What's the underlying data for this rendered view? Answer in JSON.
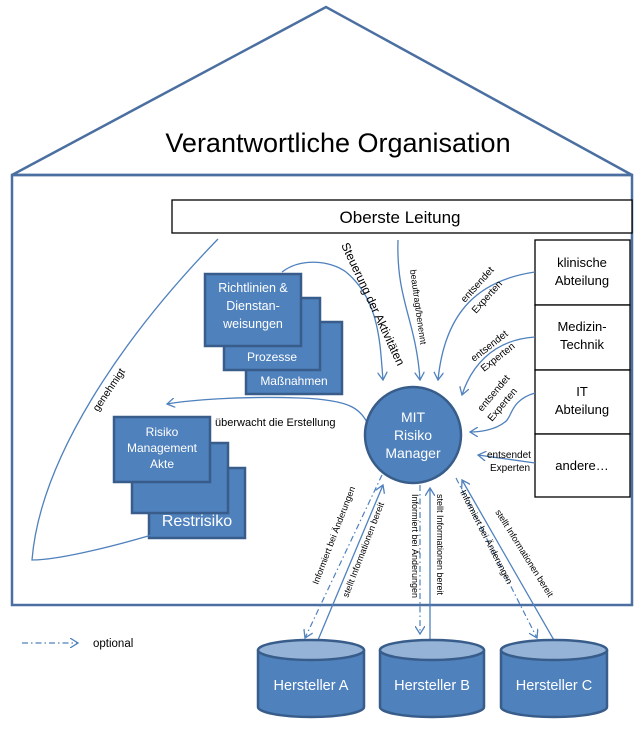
{
  "house": {
    "title": "Verantwortliche Organisation",
    "stroke_color": "#4a6fa0"
  },
  "top_management": {
    "label": "Oberste Leitung"
  },
  "departments": [
    {
      "lines": [
        "klinische",
        "Abteilung"
      ]
    },
    {
      "lines": [
        "Medizin-",
        "Technik"
      ]
    },
    {
      "lines": [
        "IT",
        "Abteilung"
      ]
    },
    {
      "lines": [
        "andere…"
      ]
    }
  ],
  "documents_stack": {
    "front": [
      "Richtlinien &",
      "Dienstan-",
      "weisungen"
    ],
    "middle": "Prozesse",
    "back": "Maßnahmen"
  },
  "risk_file_stack": {
    "front": [
      "Risiko",
      "Management",
      "Akte"
    ],
    "back": "Restrisiko"
  },
  "risk_manager": {
    "lines": [
      "MIT",
      "Risiko",
      "Manager"
    ]
  },
  "edge_labels": {
    "approved": "genehmigt",
    "control": "Steuerung der Aktivitäten",
    "appoints": "beauftragt/benennt",
    "sends_1": "entsendet",
    "sends_2": "Experten",
    "monitors": "überwacht die Erstellung",
    "informs": "Informiert bei Änderungen",
    "provides": "stellt Informationen bereit"
  },
  "manufacturers": [
    "Hersteller A",
    "Hersteller B",
    "Hersteller C"
  ],
  "legend": {
    "label": "optional"
  },
  "colors": {
    "accent": "#4f81bd",
    "accent_dark": "#385d8a",
    "cylinder_top": "#95b3d7"
  }
}
